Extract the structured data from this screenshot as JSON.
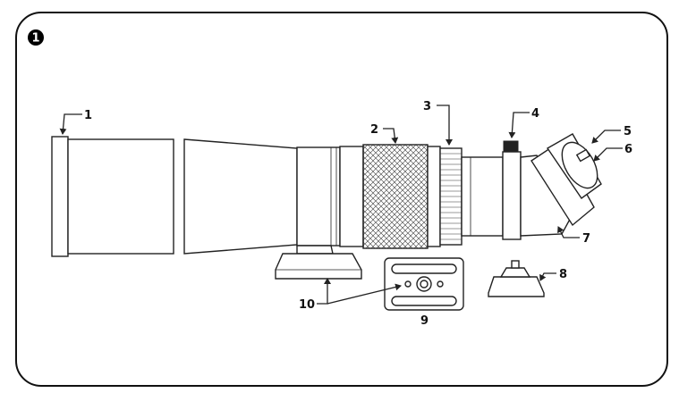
{
  "figure": {
    "step_number": "1",
    "labels": [
      "1",
      "2",
      "3",
      "4",
      "5",
      "6",
      "7",
      "8",
      "9",
      "10"
    ]
  },
  "icons": {
    "step_badge": "filled-circle-number",
    "arrow": "arrow-pointer"
  },
  "colors": {
    "line": "#222222",
    "background": "#ffffff",
    "badge": "#000000"
  }
}
